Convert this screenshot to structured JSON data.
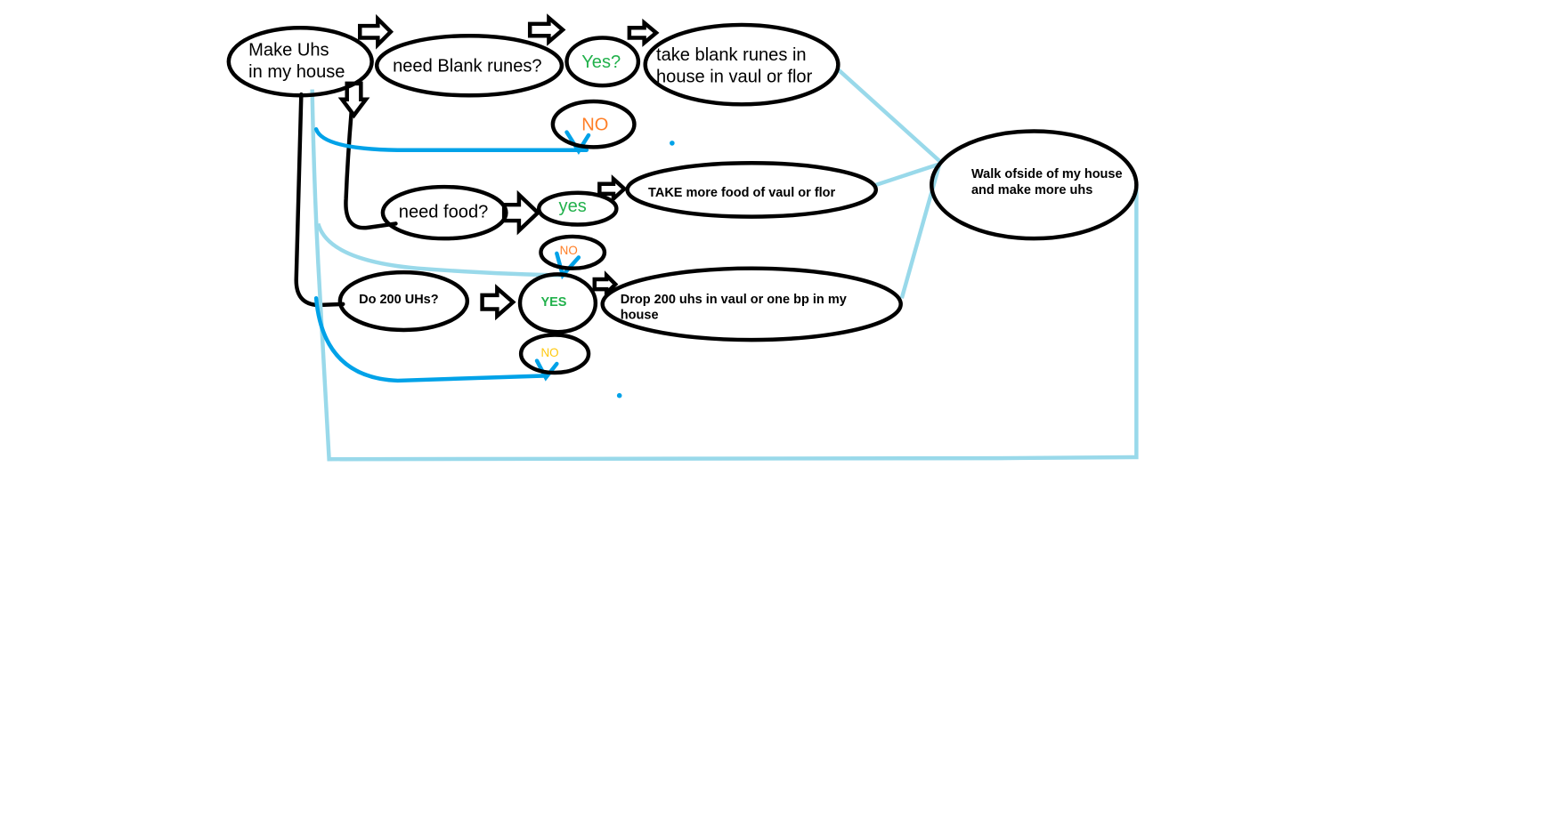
{
  "colors": {
    "yes": "#22b14c",
    "no_orange": "#ff7f27",
    "no_yellow": "#ffc90e",
    "light_blue": "#99d9ea",
    "blue": "#00a2e8"
  },
  "nodes": {
    "start": {
      "line1": "Make Uhs",
      "line2": "in my house"
    },
    "need_runes": {
      "label": "need Blank runes?"
    },
    "runes_yes": {
      "label": "Yes?"
    },
    "take_runes": {
      "line1": "take blank runes in",
      "line2": "house in vaul or flor"
    },
    "runes_no": {
      "label": "NO"
    },
    "need_food": {
      "label": "need food?"
    },
    "food_yes": {
      "label": "yes"
    },
    "take_food": {
      "label": "TAKE more food of vaul or flor"
    },
    "walk": {
      "line1": "Walk ofside of my house",
      "line2": "and make more uhs"
    },
    "food_no": {
      "label": "NO"
    },
    "do_200": {
      "label": "Do 200 UHs?"
    },
    "uhs_yes": {
      "label": "YES"
    },
    "drop": {
      "line1": "Drop 200 uhs in vaul or one bp in my",
      "line2": "house"
    },
    "uhs_no": {
      "label": "NO"
    }
  }
}
